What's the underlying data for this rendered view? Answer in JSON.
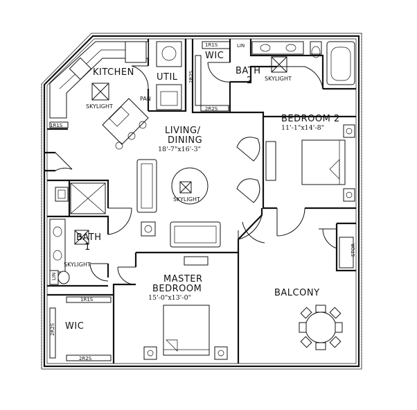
{
  "rooms": {
    "kitchen": "KITCHEN",
    "util": "UTIL",
    "wic_top": "WIC",
    "bath2_name": "BATH",
    "bath2_num": "2",
    "living_line1": "LIVING/",
    "living_line2": "DINING",
    "living_dim": "18'-7\"x16'-3\"",
    "bedroom2": "BEDROOM 2",
    "bedroom2_dim": "11'-1\"x14'-8\"",
    "bath1_name": "BATH",
    "bath1_num": "1",
    "master_line1": "MASTER",
    "master_line2": "BEDROOM",
    "master_dim": "15'-0\"x13'-0\"",
    "balcony": "BALCONY",
    "wic_bottom": "WIC"
  },
  "labels": {
    "skylight": "SKYLIGHT",
    "pan": "PAN",
    "lin": "LIN",
    "stor": "STOR",
    "shelf_1r1s": "1R1S",
    "shelf_2r2s": "2R2S"
  },
  "colors": {
    "ink": "#111111",
    "background": "#ffffff"
  }
}
